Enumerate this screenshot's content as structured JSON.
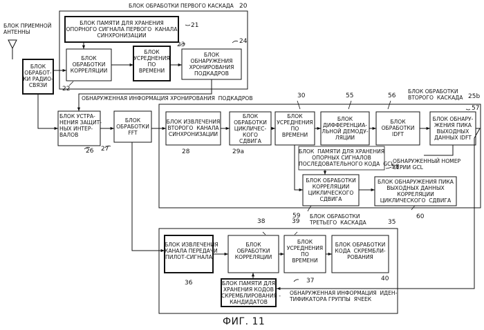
{
  "stage1": {
    "title": "БЛОК ОБРАБОТКИ ПЕРВОГО КАСКАДА",
    "num": "20"
  },
  "stage2": {
    "title": "БЛОК ОБРАБОТКИ\nВТОРОГО  КАСКАДА",
    "num": "25b"
  },
  "stage3": {
    "title": "БЛОК ОБРАБОТКИ\nТРЕТЬЕГО  КАСКАДА",
    "num": "35"
  },
  "antenna": {
    "label": "БЛОК ПРИЕМНОЙ\nАНТЕННЫ"
  },
  "blocks": {
    "radio": {
      "label": "БЛОК\nОБРАБОТ-\nКИ РАДИО-\nСВЯЗИ"
    },
    "mem1": {
      "label": "БЛОК ПАМЯТИ ДЛЯ ХРАНЕНИЯ\nОПОРНОГО СИГНАЛА ПЕРВОГО  КАНАЛА\nСИНХРОНИЗАЦИИ",
      "num": "21"
    },
    "corr22": {
      "label": "БЛОК\nОБРАБОТКИ\nКОРРЕЛЯЦИИ",
      "num": "22"
    },
    "avg23": {
      "label": "БЛОК\nУСРЕДНЕНИЯ\nПО\nВРЕМЕНИ",
      "num": "23"
    },
    "timing24": {
      "label": "БЛОК\nОБНАРУЖЕНИЯ\nХРОНИРОВАНИЯ\nПОДКАДРОВ",
      "num": "24"
    },
    "guard26": {
      "label": "БЛОК УСТРА-\nНЕНИЯ ЗАЩИТ-\nНЫХ ИНТЕР-\nВАЛОВ",
      "num": "26"
    },
    "fft27": {
      "label": "БЛОК\nОБРАБОТКИ\nFFT",
      "num": "27"
    },
    "ext28": {
      "label": "БЛОК ИЗВЛЕЧЕНИЯ\nВТОРОГО  КАНАЛА\nСИНХРОНИЗАЦИИ",
      "num": "28"
    },
    "cyc29a": {
      "label": "БЛОК\nОБРАБОТКИ\nЦИКЛИЧЕС-\nКОГО\nСДВИГА",
      "num": "29a"
    },
    "avg30": {
      "label": "БЛОК\nУСРЕДНЕНИЯ\nПО\nВРЕМЕНИ",
      "num": "30"
    },
    "diff55": {
      "label": "БЛОК\nДИФФЕРЕНЦИА-\nЛЬНОЙ ДЕМОДУ-\nЛЯЦИИ",
      "num": "55"
    },
    "idft56": {
      "label": "БЛОК\nОБРАБОТКИ\nIDFT",
      "num": "56"
    },
    "peak57": {
      "label": "БЛОК ОБНАРУ-\nЖЕНИЯ ПИКА\nВЫХОДНЫХ\nДАННЫХ IDFT",
      "num": "57"
    },
    "mem58": {
      "label": "БЛОК  ПАМЯТИ ДЛЯ ХРАНЕНИЯ\nОПОРНЫХ СИГНАЛОВ\nПОСЛЕДОВАТЕЛЬНОГО КОДА  GCL",
      "num": "58"
    },
    "cyccorr59": {
      "label": "БЛОК ОБРАБОТКИ\nКОРРЕЛЯЦИИ\nЦИКЛИЧЕСКОГО\nСДВИГА",
      "num": "59"
    },
    "peak60": {
      "label": "БЛОК ОБНАРУЖЕНИЯ ПИКА\nВЫХОДНЫХ ДАННЫХ\nКОРРЕЛЯЦИИ\nЦИКЛИЧЕСКОГО  СДВИГА",
      "num": "60"
    },
    "pilot36": {
      "label": "БЛОК ИЗВЛЕЧЕНИЯ\nКАНАЛА ПЕРЕДАЧИ\nПИЛОТ-СИГНАЛА",
      "num": "36"
    },
    "corr38": {
      "label": "БЛОК\nОБРАБОТКИ\nКОРРЕЛЯЦИИ",
      "num": "38"
    },
    "avg39": {
      "label": "БЛОК\nУСРЕДНЕНИЯ\nПО\nВРЕМЕНИ",
      "num": "39"
    },
    "scr40": {
      "label": "БЛОК ОБРАБОТКИ\nКОДА  СКРЕМБЛИ-\nРОВАНИЯ",
      "num": "40"
    },
    "mem37": {
      "label": "БЛОК ПАМЯТИ ДЛЯ\nХРАНЕНИЯ КОДОВ\nСКРЕМБЛИРОВАНИЯ -\nКАНДИДАТОВ",
      "num": "37"
    }
  },
  "annotations": {
    "timing_info": "ОБНАРУЖЕННАЯ ИНФОРМАЦИЯ ХРОНИРОВАНИЯ  ПОДКАДРОВ",
    "gcl_number": "ОБНАРУЖЕННЫЙ НОМЕР\nСЕРИИ GCL",
    "cell_group_info": "ОБНАРУЖЕННАЯ ИНФОРМАЦИЯ  ИДЕН-\nТИФИКАТОРА ГРУППЫ  ЯЧЕЕК"
  },
  "figure_caption": "ФИГ. 11"
}
